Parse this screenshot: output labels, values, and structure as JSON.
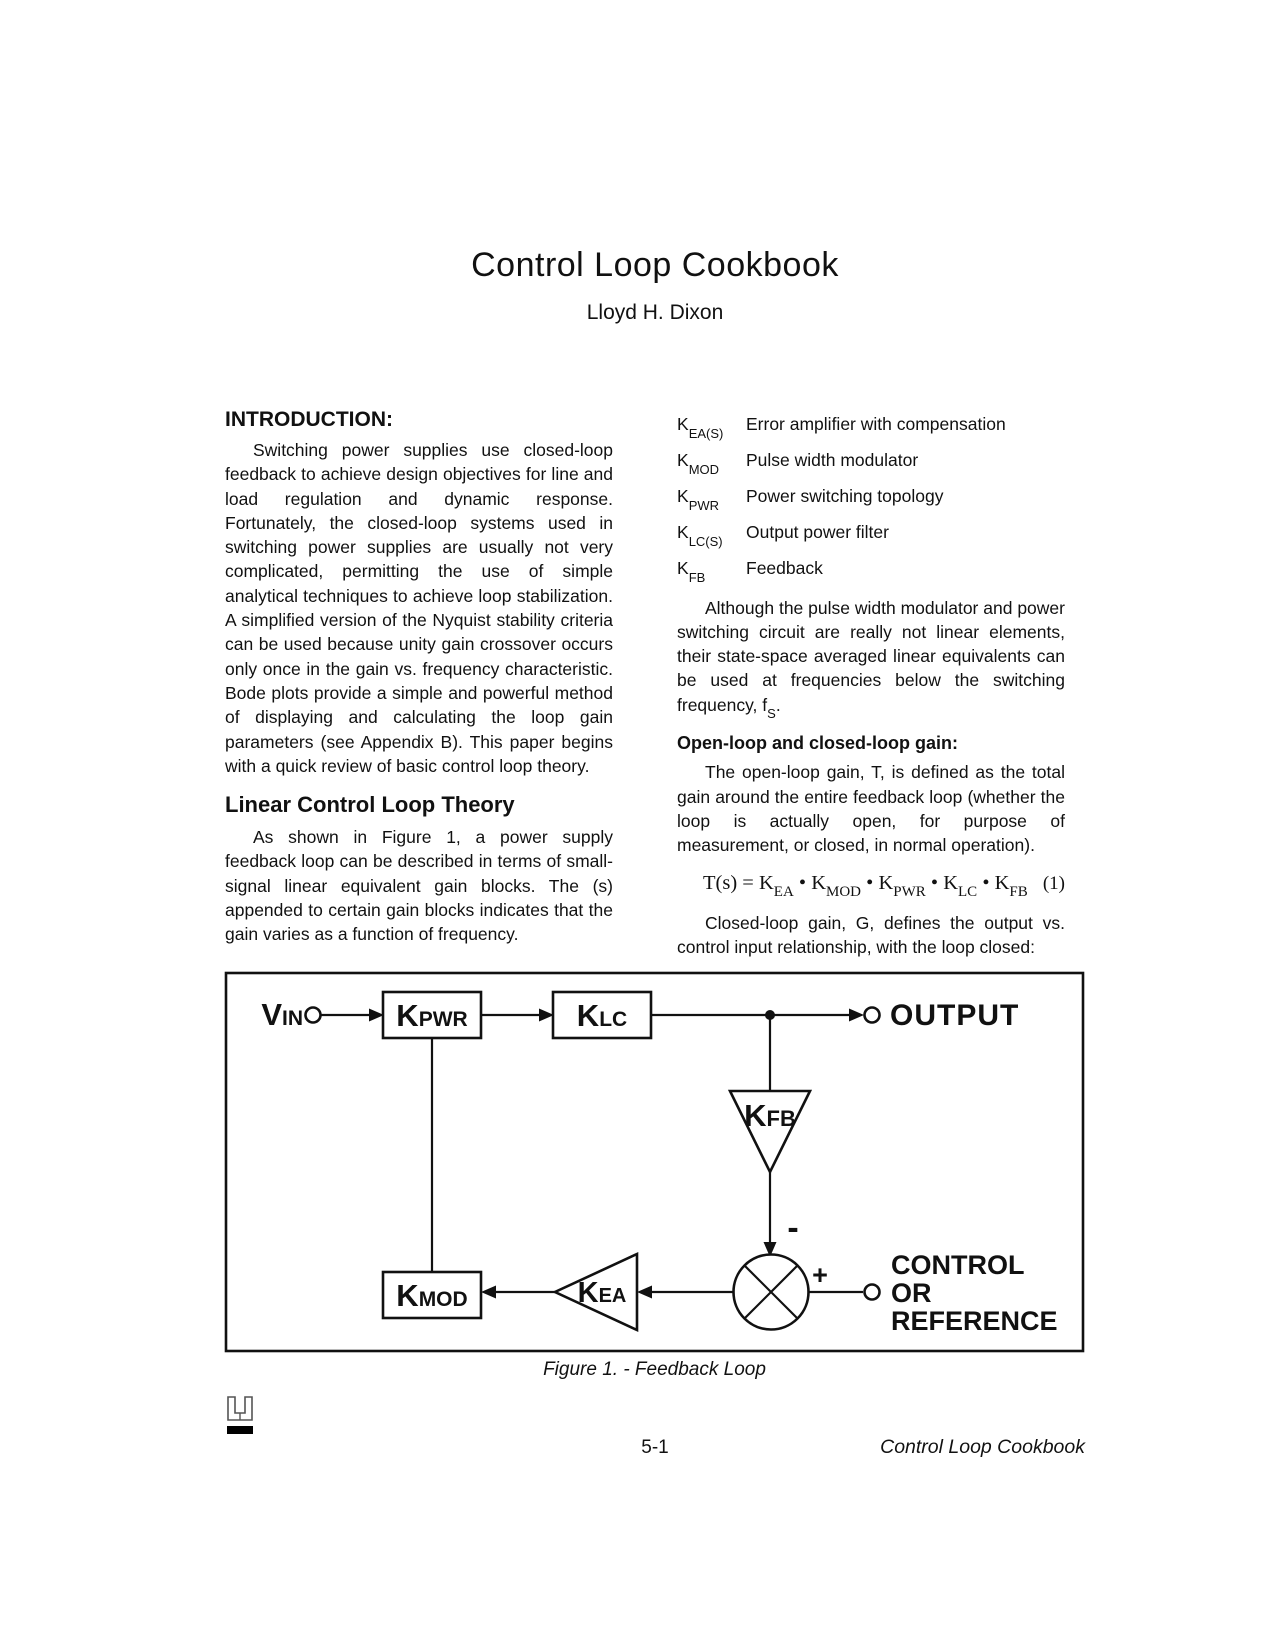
{
  "page": {
    "title": "Control Loop Cookbook",
    "author": "Lloyd H. Dixon"
  },
  "left_column": {
    "intro_heading": "INTRODUCTION:",
    "intro_paragraph": "Switching power supplies use closed-loop feedback to achieve design objectives for line and load regulation and dynamic response. Fortunately, the closed-loop systems used in switching power supplies are usually not very complicated, permitting the use of simple analytical techniques to achieve loop stabilization. A simplified version of the Nyquist stability criteria can be used because unity gain crossover occurs only once in the gain vs. frequency characteristic. Bode plots provide a simple and powerful method of displaying and calculating the loop gain parameters (see Appendix B). This paper begins with a quick review of basic control loop theory.",
    "theory_heading": "Linear Control Loop Theory",
    "theory_paragraph": "As shown in Figure 1, a power supply feedback loop can be described in terms of small-signal linear equivalent gain blocks. The (s) appended to certain gain blocks indicates that the gain varies as a function of frequency."
  },
  "right_column": {
    "definitions": [
      {
        "base": "K",
        "sub": "EA(S)",
        "description": "Error amplifier with compensation"
      },
      {
        "base": "K",
        "sub": "MOD",
        "description": "Pulse width modulator"
      },
      {
        "base": "K",
        "sub": "PWR",
        "description": "Power switching topology"
      },
      {
        "base": "K",
        "sub": "LC(S)",
        "description": "Output power filter"
      },
      {
        "base": "K",
        "sub": "FB",
        "description": "Feedback"
      }
    ],
    "although_paragraph": {
      "before": "Although the pulse width modulator and power switching circuit are really not linear elements, their state-space averaged linear equivalents can be used at frequencies below the switching frequency, f",
      "sub": "S",
      "after": "."
    },
    "gain_heading": "Open-loop and closed-loop gain:",
    "open_loop_paragraph": "The open-loop gain, T, is defined as the total gain around the entire feedback loop (whether the loop is actually open, for purpose of measurement, or closed, in normal operation).",
    "equation": {
      "p0": "T(s) = K",
      "s0": "EA",
      "p1": " • K",
      "s1": "MOD",
      "p2": " • K",
      "s2": "PWR",
      "p3": " • K",
      "s3": "LC",
      "p4": " • K",
      "s4": "FB",
      "number": "(1)"
    },
    "closed_loop_paragraph": "Closed-loop gain, G, defines the output vs. control input relationship, with the loop closed:"
  },
  "figure": {
    "caption": "Figure 1. - Feedback Loop",
    "labels": {
      "vin_base": "V",
      "vin_sub": "IN",
      "kpwr_base": "K",
      "kpwr_sub": "PWR",
      "klc_base": "K",
      "klc_sub": "LC",
      "output": "OUTPUT",
      "kfb_base": "K",
      "kfb_sub": "FB",
      "kmod_base": "K",
      "kmod_sub": "MOD",
      "kea_base": "K",
      "kea_sub": "EA",
      "minus": "-",
      "plus": "+",
      "control_line1": "CONTROL",
      "control_line2": "OR",
      "control_line3": "REFERENCE"
    }
  },
  "footer": {
    "page_number": "5-1",
    "book_title": "Control Loop Cookbook"
  }
}
